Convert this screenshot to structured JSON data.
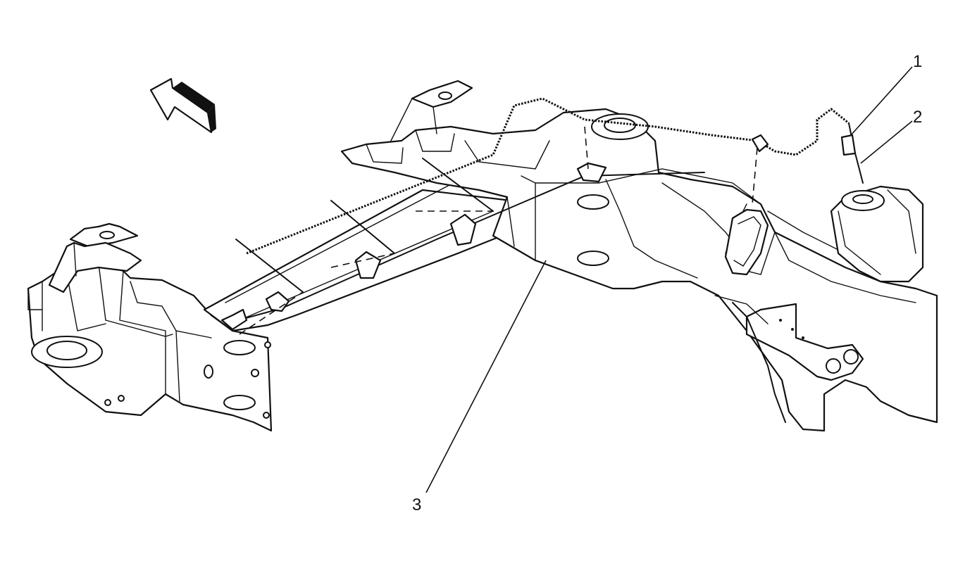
{
  "diagram": {
    "callouts": [
      {
        "id": "1",
        "label": "1"
      },
      {
        "id": "2",
        "label": "2"
      },
      {
        "id": "3",
        "label": "3"
      }
    ],
    "direction_arrow_icon": "arrow-up-left-icon"
  }
}
